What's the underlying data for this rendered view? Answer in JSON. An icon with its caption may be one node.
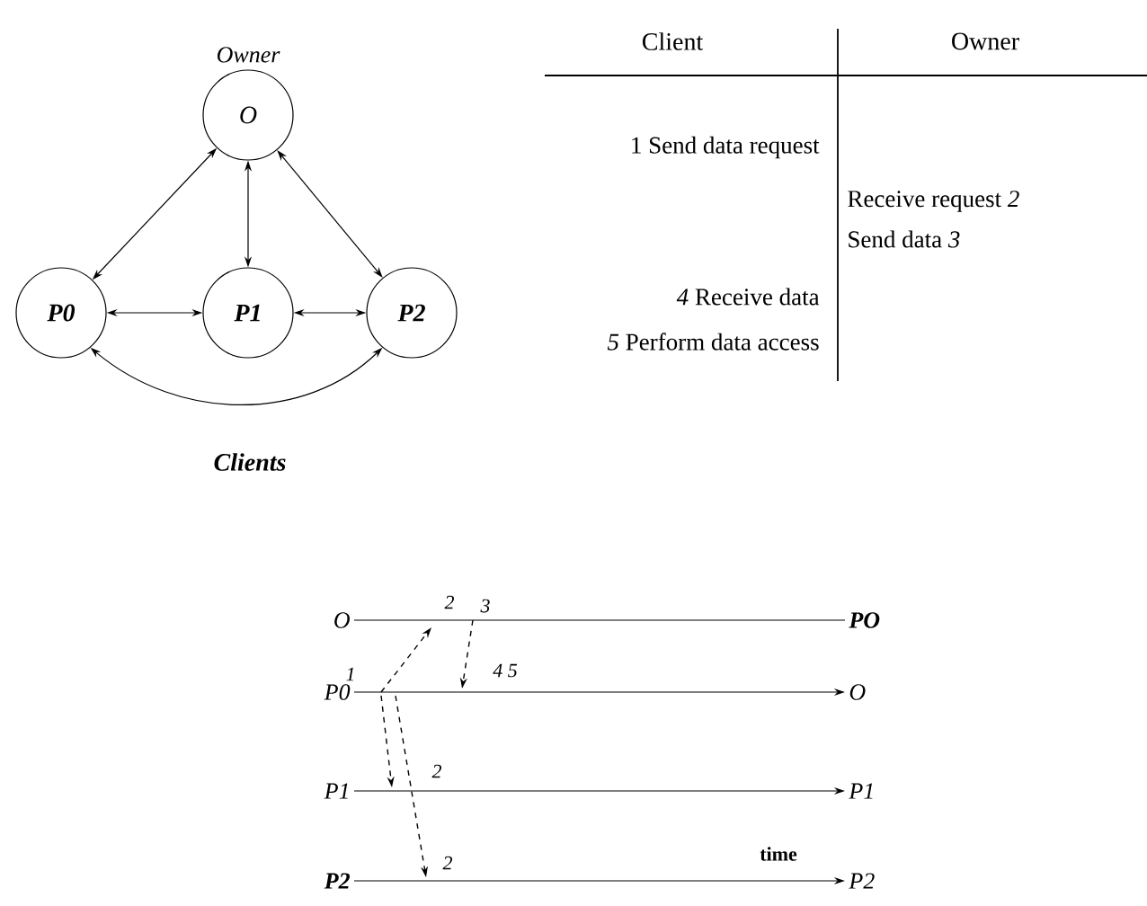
{
  "diagram": {
    "nodes": [
      {
        "text": [
          "Owner",
          "O"
        ]
      },
      {
        "text": [
          "P0"
        ]
      },
      {
        "text": [
          "P1"
        ]
      },
      {
        "text": [
          "P2"
        ]
      },
      {
        "text": [
          "O"
        ]
      },
      {
        "text": [
          "P0"
        ]
      },
      {
        "text": [
          "P1"
        ]
      },
      {
        "text": [
          "P2"
        ]
      },
      {
        "text": [
          "PO"
        ]
      },
      {
        "text": [
          "O"
        ]
      },
      {
        "text": [
          "P1"
        ]
      },
      {
        "text": [
          "P2"
        ]
      }
    ],
    "edges": [
      {
        "from": 0,
        "to": 1,
        "arrow": "both"
      },
      {
        "from": 0,
        "to": 2,
        "arrow": "both"
      },
      {
        "from": 0,
        "to": 3,
        "arrow": "both"
      },
      {
        "from": 1,
        "to": 2,
        "arrow": "both"
      },
      {
        "from": 2,
        "to": 3,
        "arrow": "both"
      },
      {
        "from": 1,
        "to": 3,
        "arrow": "both"
      },
      {
        "from": 4,
        "to": 8,
        "arrow": "none"
      },
      {
        "from": 5,
        "to": 9,
        "arrow": "to"
      },
      {
        "from": 6,
        "to": 10,
        "arrow": "to"
      },
      {
        "from": 7,
        "to": 11,
        "arrow": "to"
      }
    ],
    "labels": [
      "Clients",
      "Client",
      "Owner",
      "1 Send data request",
      "Receive request *2*",
      "Send data *3*",
      "*4* Receive data",
      "*5* Perform data access",
      "2",
      "3",
      "1",
      "4 5",
      "2",
      "2",
      "time"
    ]
  }
}
